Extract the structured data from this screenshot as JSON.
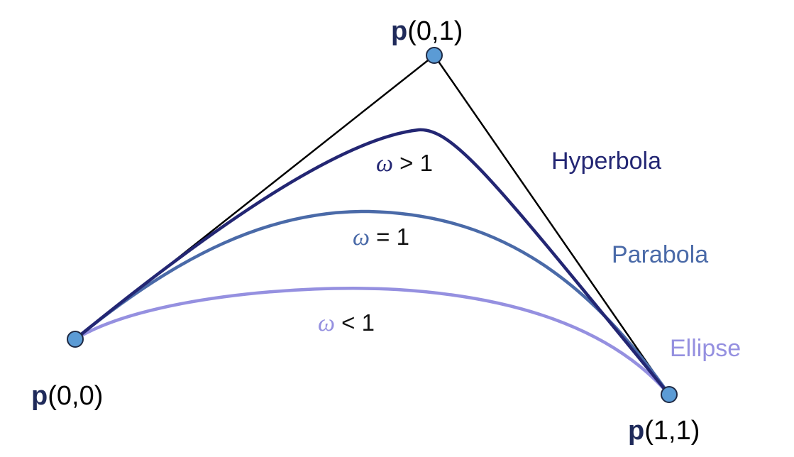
{
  "points": [
    {
      "id": "p00",
      "prefix": "p",
      "args": "(0,0)"
    },
    {
      "id": "p01",
      "prefix": "p",
      "args": "(0,1)"
    },
    {
      "id": "p11",
      "prefix": "p",
      "args": "(1,1)"
    }
  ],
  "curves": [
    {
      "id": "hyperbola",
      "name": "Hyperbola",
      "omega": "ω",
      "relation": " > 1",
      "color": "#232673"
    },
    {
      "id": "parabola",
      "name": "Parabola",
      "omega": "ω",
      "relation": " = 1",
      "color": "#4a6aa8"
    },
    {
      "id": "ellipse",
      "name": "Ellipse",
      "omega": "ω",
      "relation": " < 1",
      "color": "#9590e0"
    }
  ],
  "colors": {
    "control_polygon": "#000000",
    "point_fill": "#5b9bd5",
    "point_stroke": "#1f2a44",
    "label_dark": "#1f2a5a"
  }
}
